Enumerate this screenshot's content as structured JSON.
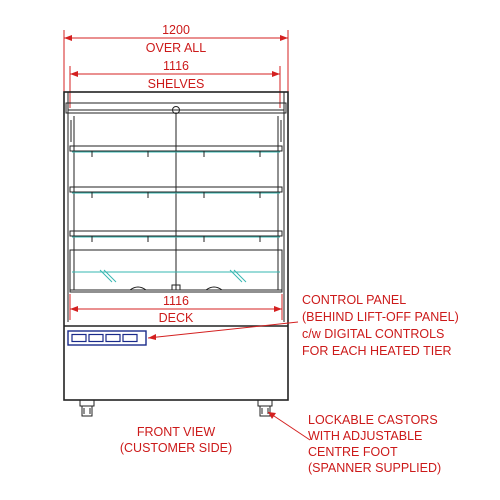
{
  "dimensions": {
    "overall": {
      "value": "1200",
      "label": "OVER ALL"
    },
    "shelves": {
      "value": "1116",
      "label": "SHELVES"
    },
    "deck": {
      "value": "1116",
      "label": "DECK"
    }
  },
  "callouts": {
    "control_panel": [
      "CONTROL PANEL",
      "(BEHIND LIFT-OFF PANEL)",
      "c/w DIGITAL CONTROLS",
      "FOR EACH HEATED TIER"
    ],
    "castors": [
      "LOCKABLE CASTORS",
      "WITH ADJUSTABLE",
      "CENTRE FOOT",
      "(SPANNER SUPPLIED)"
    ]
  },
  "view_caption": [
    "FRONT VIEW",
    "(CUSTOMER SIDE)"
  ],
  "colors": {
    "annotation": "#cc1a1a",
    "outline": "#222222",
    "glass": "#36b7b0",
    "panel": "#1a2a8a"
  }
}
